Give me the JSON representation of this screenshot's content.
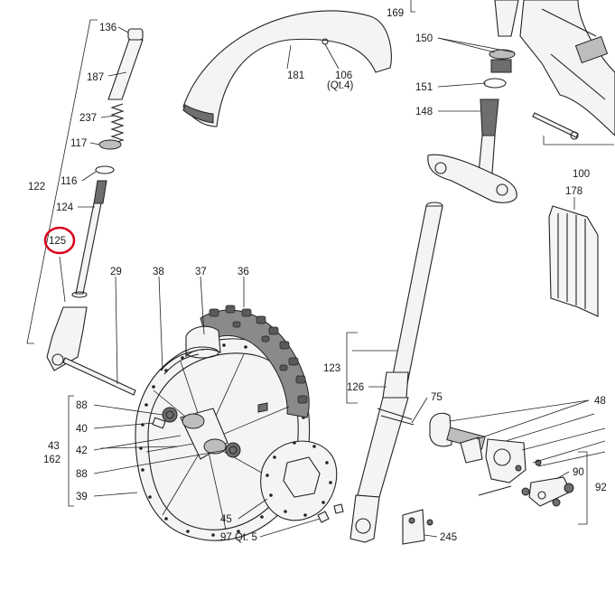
{
  "labels": {
    "l136": "136",
    "l187": "187",
    "l237": "237",
    "l117": "117",
    "l116": "116",
    "l122": "122",
    "l124": "124",
    "l125": "125",
    "l29": "29",
    "l38": "38",
    "l37": "37",
    "l36": "36",
    "l181": "181",
    "l106": "106",
    "l106q": "(Qt.4)",
    "l169": "169",
    "l150": "150",
    "l151": "151",
    "l148": "148",
    "l100": "100",
    "l178": "178",
    "l123": "123",
    "l126": "126",
    "l75": "75",
    "l48": "48",
    "l88a": "88",
    "l40": "40",
    "l43": "43",
    "l162": "162",
    "l42": "42",
    "l88b": "88",
    "l39": "39",
    "l45": "45",
    "l97": "97 Qt. 5",
    "l245": "245",
    "l90": "90",
    "l92": "92"
  },
  "highlight": {
    "label": "125",
    "color": "#d9001b"
  },
  "colors": {
    "line": "#222222",
    "fill": "#f4f4f4",
    "tire": "#8a8a8a"
  }
}
